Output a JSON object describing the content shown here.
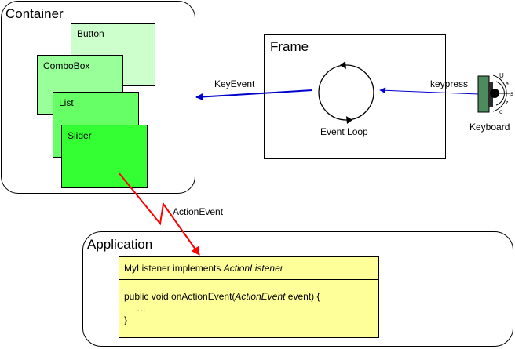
{
  "container": {
    "title": "Container",
    "widgets": {
      "button": "Button",
      "combobox": "ComboBox",
      "list": "List",
      "slider": "Slider"
    }
  },
  "frame": {
    "title": "Frame",
    "event_loop_label": "Event Loop"
  },
  "keyboard": {
    "label": "Keyboard"
  },
  "edges": {
    "key_event": "KeyEvent",
    "keypress": "keypress",
    "action_event": "ActionEvent"
  },
  "application": {
    "title": "Application",
    "listener_header_prefix": "MyListener implements ",
    "listener_header_interface": "ActionListener",
    "method_prefix": "public void onActionEvent(",
    "method_param_type": "ActionEvent",
    "method_suffix": " event) {",
    "method_body": "…",
    "method_close": "}"
  },
  "colors": {
    "button_fill": "#ccffcc",
    "combobox_fill": "#99ff99",
    "list_fill": "#66ff66",
    "slider_fill": "#33ff33",
    "listener_fill": "#ffff99",
    "blue_arrow": "#0000cc",
    "red_arrow": "#ff0000"
  }
}
